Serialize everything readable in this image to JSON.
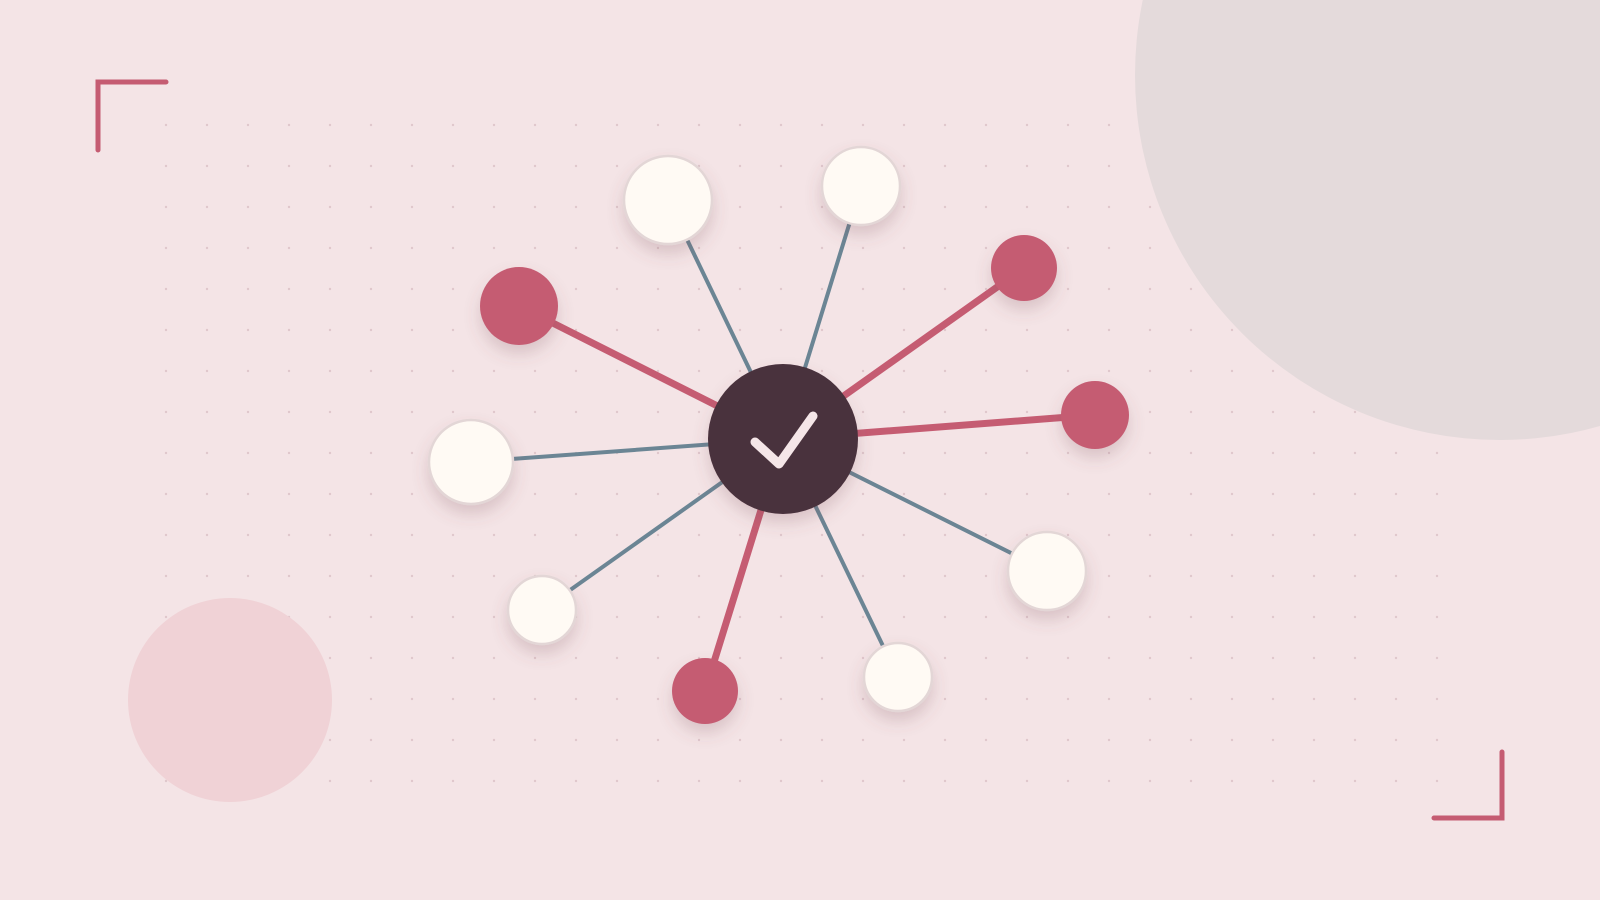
{
  "colors": {
    "background": "#f4e4e6",
    "dot_grid": "#ddc4c9",
    "accent": "#c55c72",
    "link_muted": "#6b8594",
    "hub": "#4a303c",
    "node_light": "#fffaf4",
    "node_light_stroke": "#e3d6d6",
    "check": "#f5e6e8",
    "deco_gray": "#e4dadb",
    "deco_pink": "#f0d2d6"
  },
  "hub": {
    "icon": "checkmark-icon"
  },
  "nodes": [
    {
      "id": "top-left-light",
      "style": "light",
      "link": "muted"
    },
    {
      "id": "top-right-light",
      "style": "light",
      "link": "muted"
    },
    {
      "id": "upper-right-accent",
      "style": "accent",
      "link": "accent"
    },
    {
      "id": "right-accent",
      "style": "accent",
      "link": "accent"
    },
    {
      "id": "lower-right-light",
      "style": "light",
      "link": "muted"
    },
    {
      "id": "bottom-right-light",
      "style": "light",
      "link": "muted"
    },
    {
      "id": "bottom-accent",
      "style": "accent",
      "link": "accent"
    },
    {
      "id": "lower-left-light",
      "style": "light",
      "link": "muted"
    },
    {
      "id": "left-light",
      "style": "light",
      "link": "muted"
    },
    {
      "id": "upper-left-accent",
      "style": "accent",
      "link": "accent"
    }
  ],
  "decorations": {
    "corner_brackets": [
      "top-left",
      "bottom-right"
    ],
    "background_circles": [
      "top-right-gray",
      "bottom-left-pink"
    ]
  }
}
